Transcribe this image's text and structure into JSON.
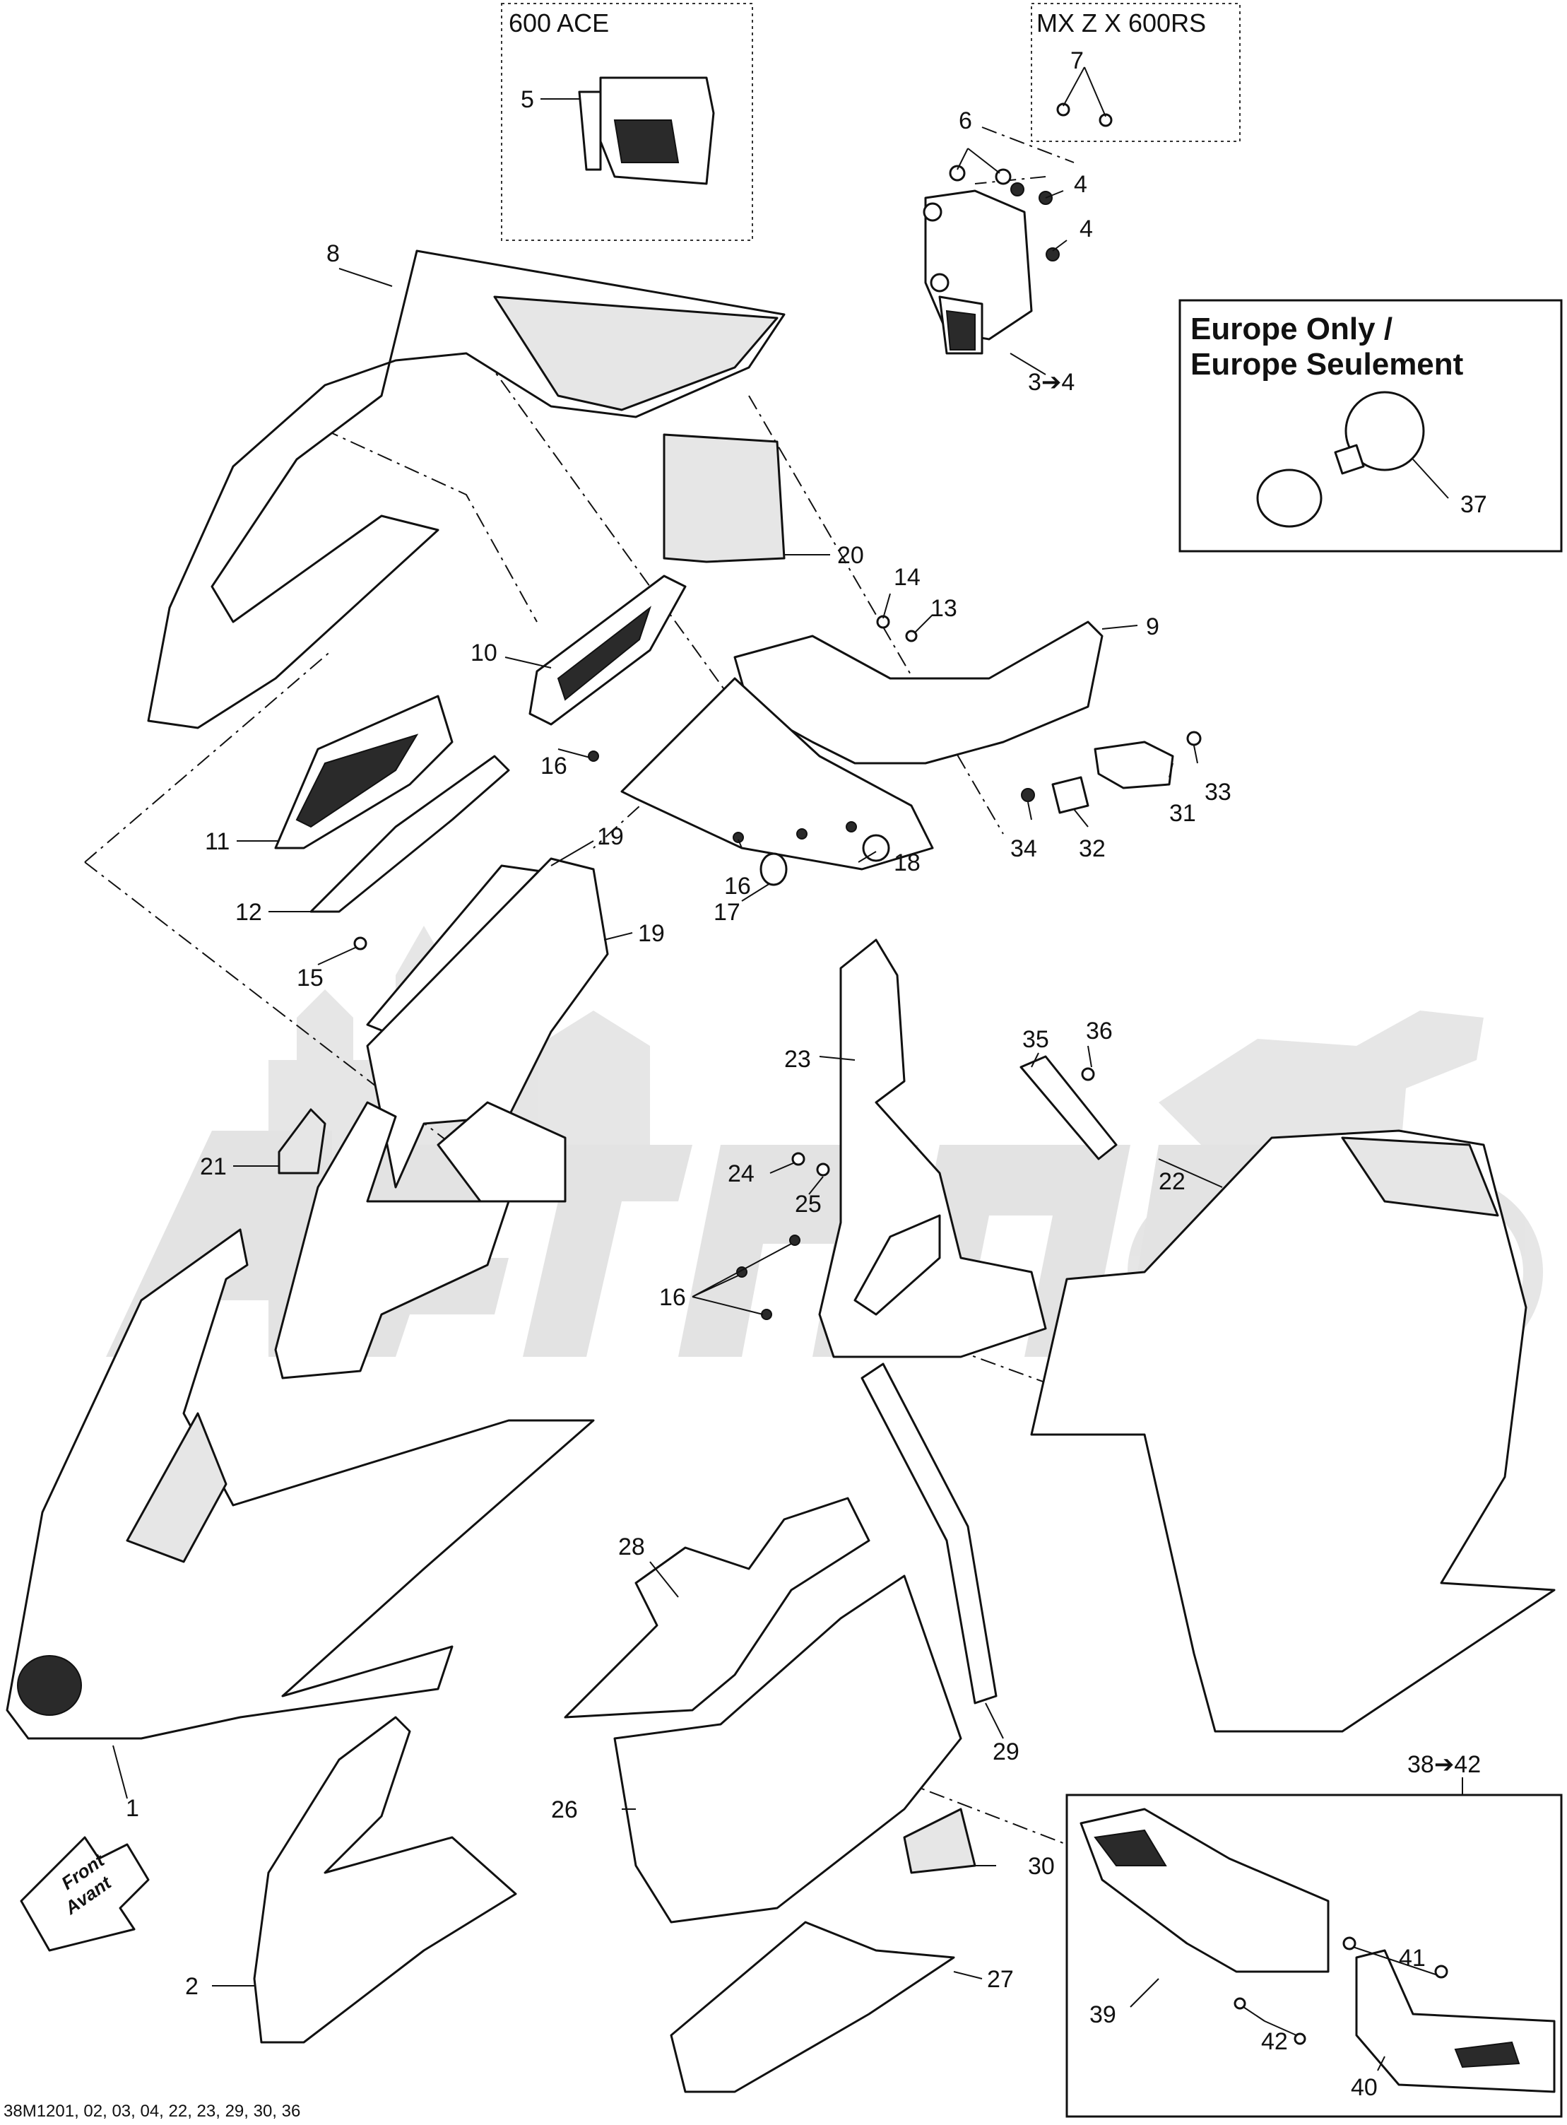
{
  "diagram": {
    "reference_code": "38M1201, 02, 03, 04, 22, 23, 29, 30, 36",
    "boxes": {
      "ace": {
        "title": "600 ACE"
      },
      "mxz": {
        "title": "MX Z X 600RS"
      },
      "europe": {
        "line1": "Europe Only /",
        "line2": "Europe Seulement"
      },
      "kit": {
        "title": "38➔42"
      }
    },
    "front_arrow": {
      "line1": "Front",
      "line2": "Avant"
    },
    "callouts": [
      "1",
      "2",
      "3➔4",
      "4",
      "4",
      "5",
      "6",
      "7",
      "8",
      "9",
      "10",
      "11",
      "12",
      "13",
      "14",
      "15",
      "16",
      "16",
      "16",
      "17",
      "18",
      "19",
      "19",
      "20",
      "21",
      "22",
      "23",
      "24",
      "25",
      "26",
      "27",
      "28",
      "29",
      "30",
      "31",
      "32",
      "33",
      "34",
      "35",
      "36",
      "37",
      "39",
      "40",
      "41",
      "42"
    ],
    "watermark_icons": [
      "motorcycle-icon",
      "castle-icon"
    ]
  }
}
